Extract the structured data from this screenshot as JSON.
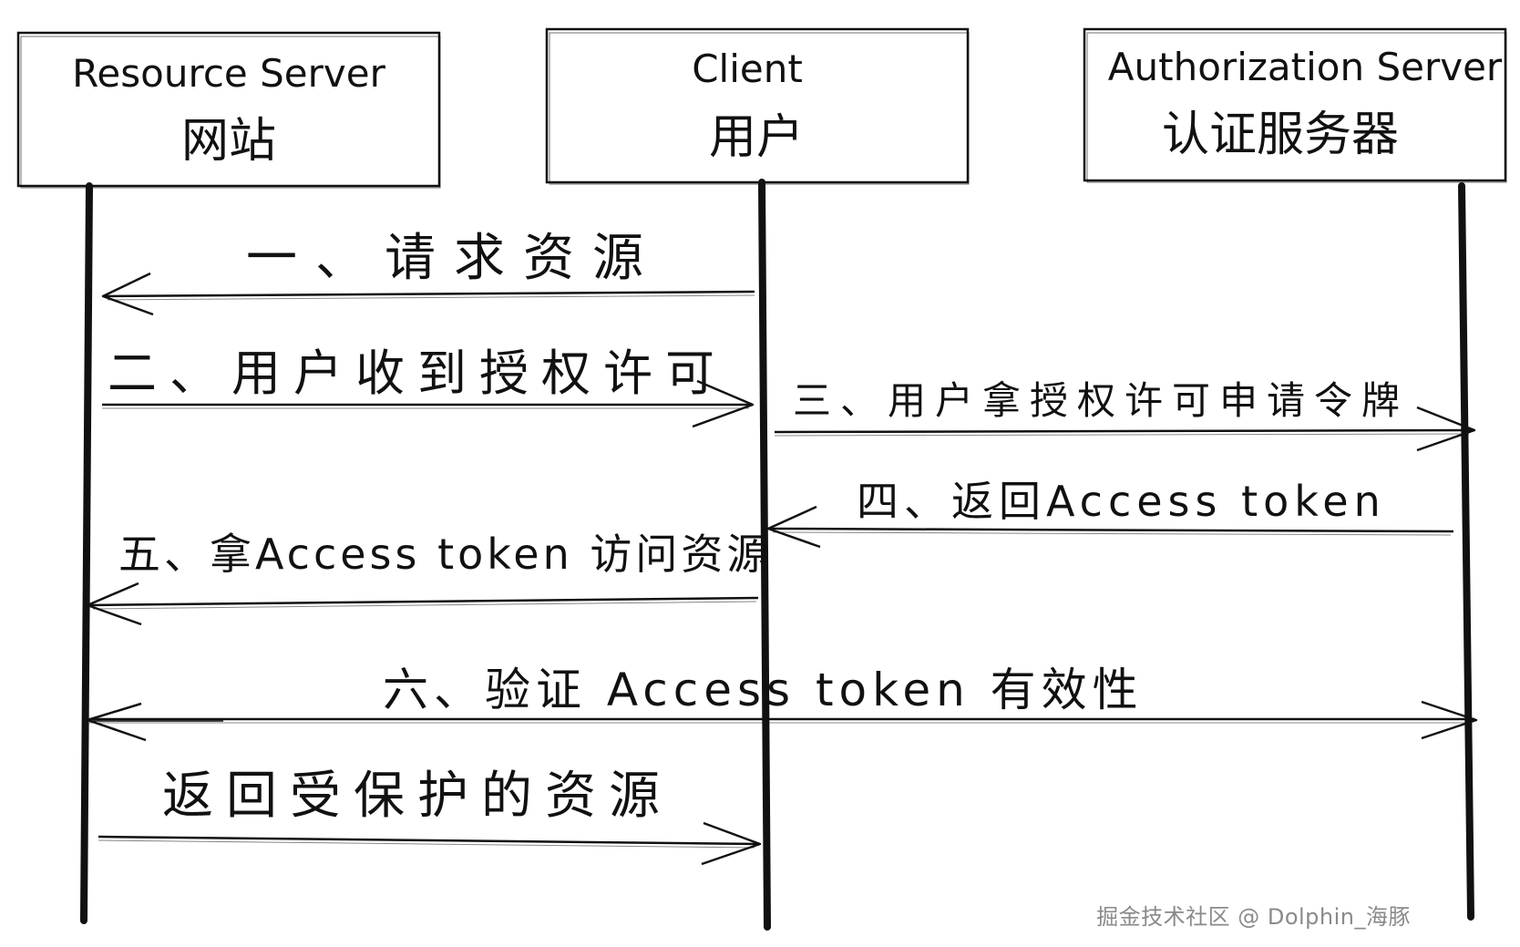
{
  "participants": [
    {
      "name_en": "Resource Server",
      "name_zh": "网站"
    },
    {
      "name_en": "Client",
      "name_zh": "用户"
    },
    {
      "name_en": "Authorization Server",
      "name_zh": "认证服务器"
    }
  ],
  "messages": [
    {
      "label": "一、请求资源",
      "from": 1,
      "to": 0
    },
    {
      "label": "二、用户收到授权许可",
      "from": 0,
      "to": 1
    },
    {
      "label": "三、用户拿授权许可申请令牌",
      "from": 1,
      "to": 2
    },
    {
      "label": "四、返回Access token",
      "from": 2,
      "to": 1
    },
    {
      "label": "五、拿Access token 访问资源",
      "from": 1,
      "to": 0
    },
    {
      "label": "六、验证 Access token 有效性",
      "from": 0,
      "to": 2,
      "bidirectional": true
    },
    {
      "label": "返回受保护的资源",
      "from": 0,
      "to": 1
    }
  ],
  "watermark": "掘金技术社区 @ Dolphin_海豚"
}
